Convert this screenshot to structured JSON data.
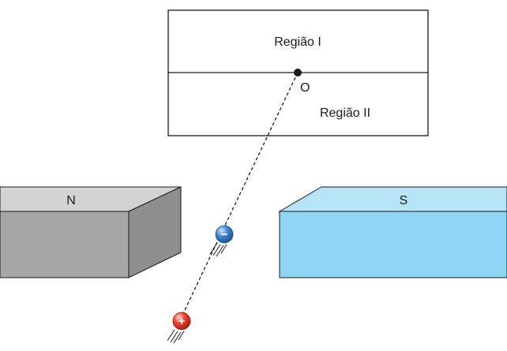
{
  "box": {
    "region1_label": "Região I",
    "region2_label": "Região II",
    "point_label": "O"
  },
  "magnets": {
    "left_pole": "N",
    "right_pole": "S"
  },
  "particles": {
    "negative_symbol": "−",
    "positive_symbol": "+"
  },
  "colors": {
    "line": "#1a1a1a",
    "magnet_n_top": "#d3d3d3",
    "magnet_n_front": "#a7a7a7",
    "magnet_n_side": "#8a8a8a",
    "magnet_s_top": "#b7e3f7",
    "magnet_s_front": "#8ed4f3",
    "negative_particle": "#2a6fb7",
    "positive_particle": "#e03a2b"
  }
}
